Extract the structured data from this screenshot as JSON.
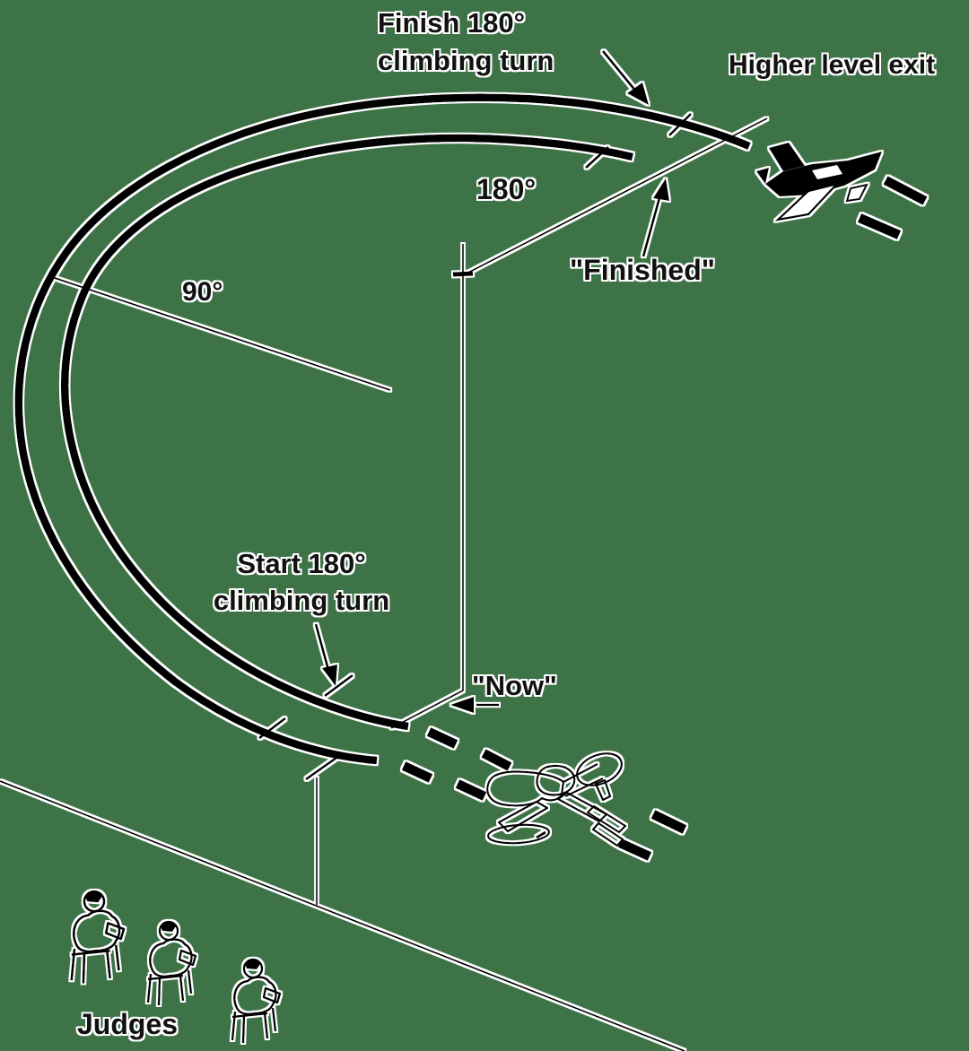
{
  "diagram": {
    "title_meaning": "RC aerobatics 180-degree climbing turn manoeuvre diagram",
    "background_color": "#3d7347",
    "colors": {
      "line": "#000000",
      "halo": "#ffffff"
    },
    "labels": {
      "finish_turn_line1": "Finish 180°",
      "finish_turn_line2": "climbing  turn",
      "higher_level_exit": "Higher level exit",
      "deg_180": "180°",
      "finished": "\"Finished\"",
      "deg_90": "90°",
      "start_turn_line1": "Start 180°",
      "start_turn_line2": "climbing turn",
      "now": "\"Now\"",
      "judges": "Judges"
    }
  }
}
